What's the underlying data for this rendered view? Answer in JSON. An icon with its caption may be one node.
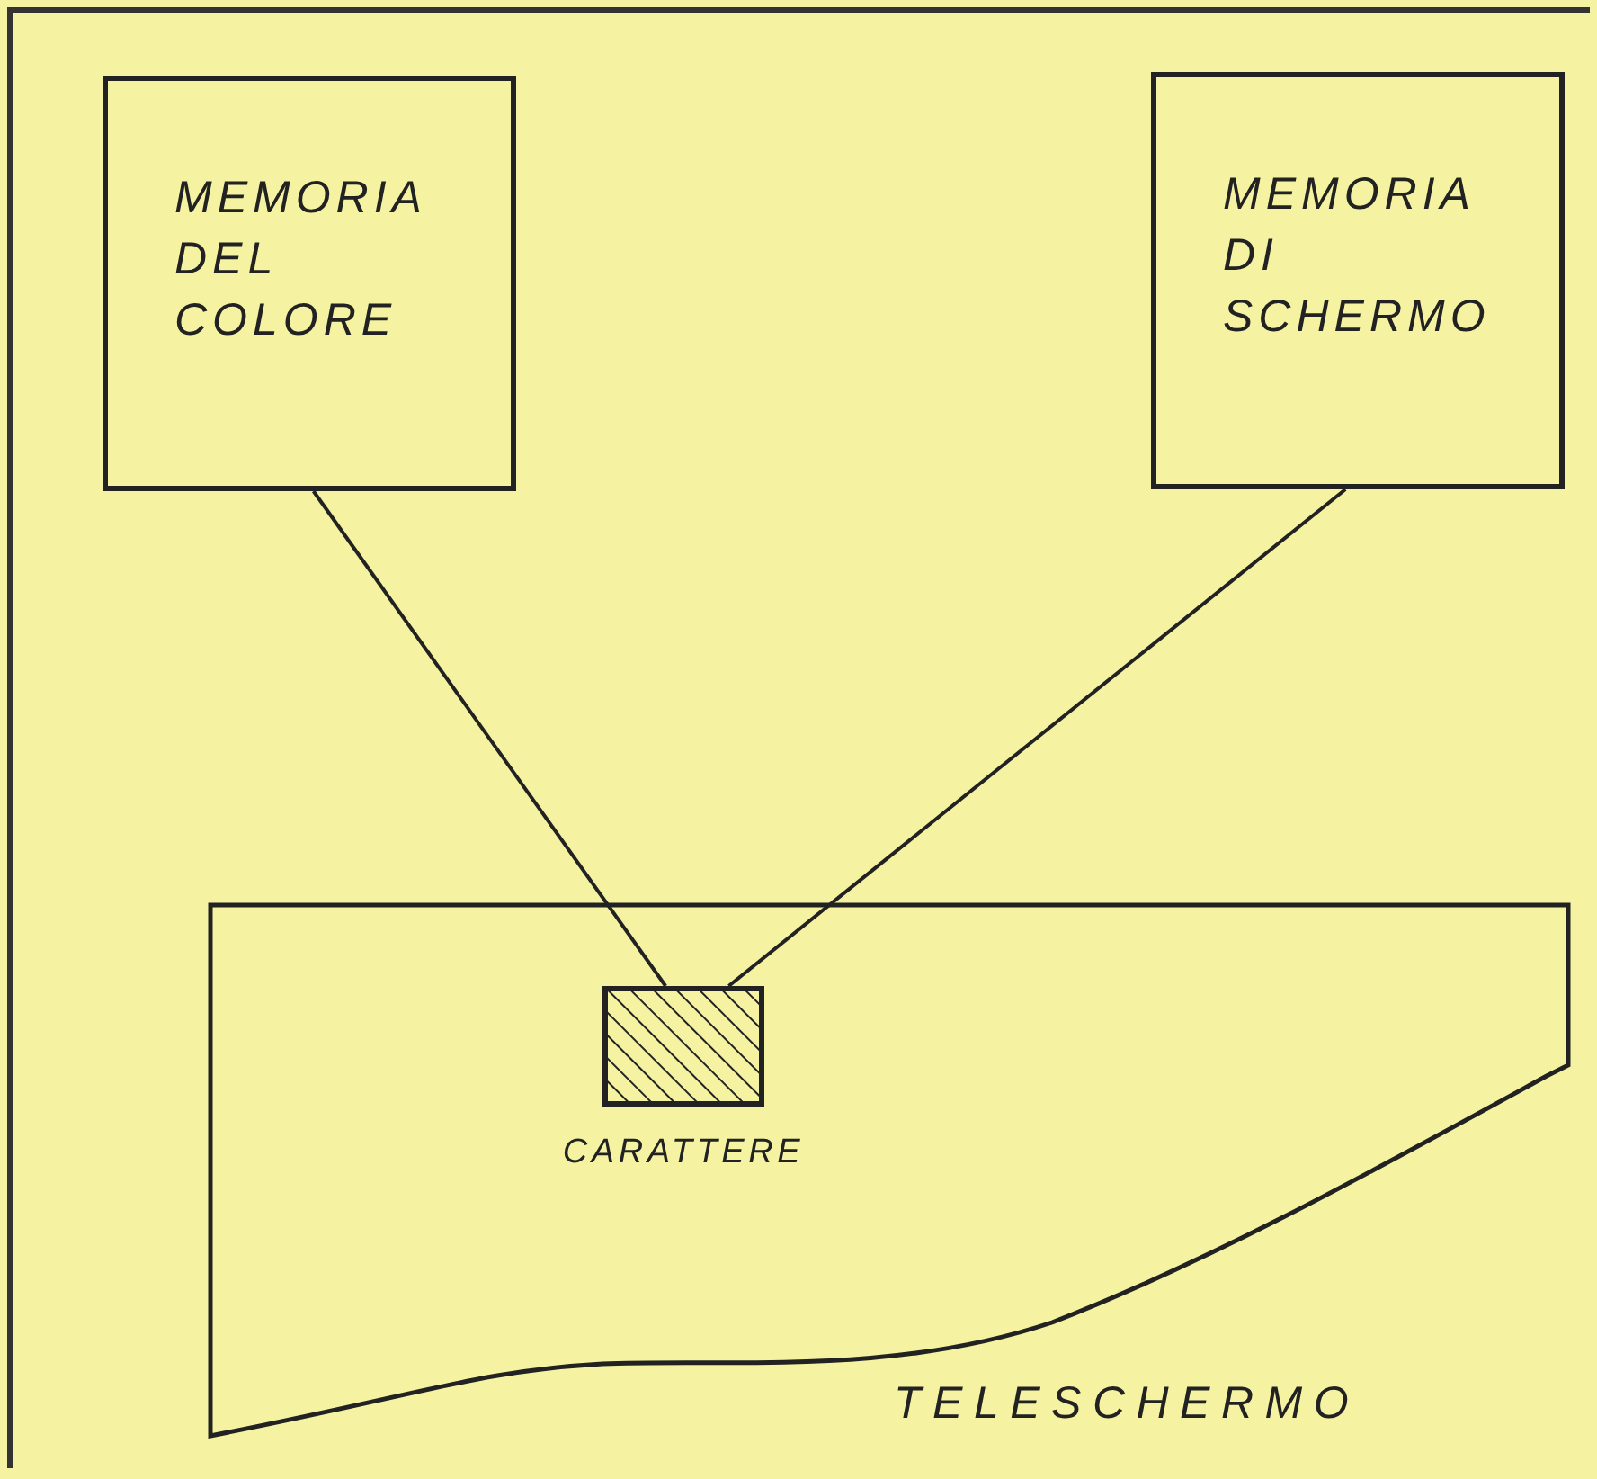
{
  "diagram": {
    "nodes": [
      {
        "text": [
          "MEMORIA DEL COLORE"
        ]
      },
      {
        "text": [
          "MEMORIA DI SCHERMO"
        ]
      },
      {
        "text": [
          "TELESCHERMO"
        ]
      },
      {
        "text": [
          "CARATTERE"
        ],
        "in": 2
      }
    ],
    "edges": [
      {
        "from": 0,
        "to": 3,
        "arrow": "none"
      },
      {
        "from": 1,
        "to": 3,
        "arrow": "none"
      }
    ]
  }
}
